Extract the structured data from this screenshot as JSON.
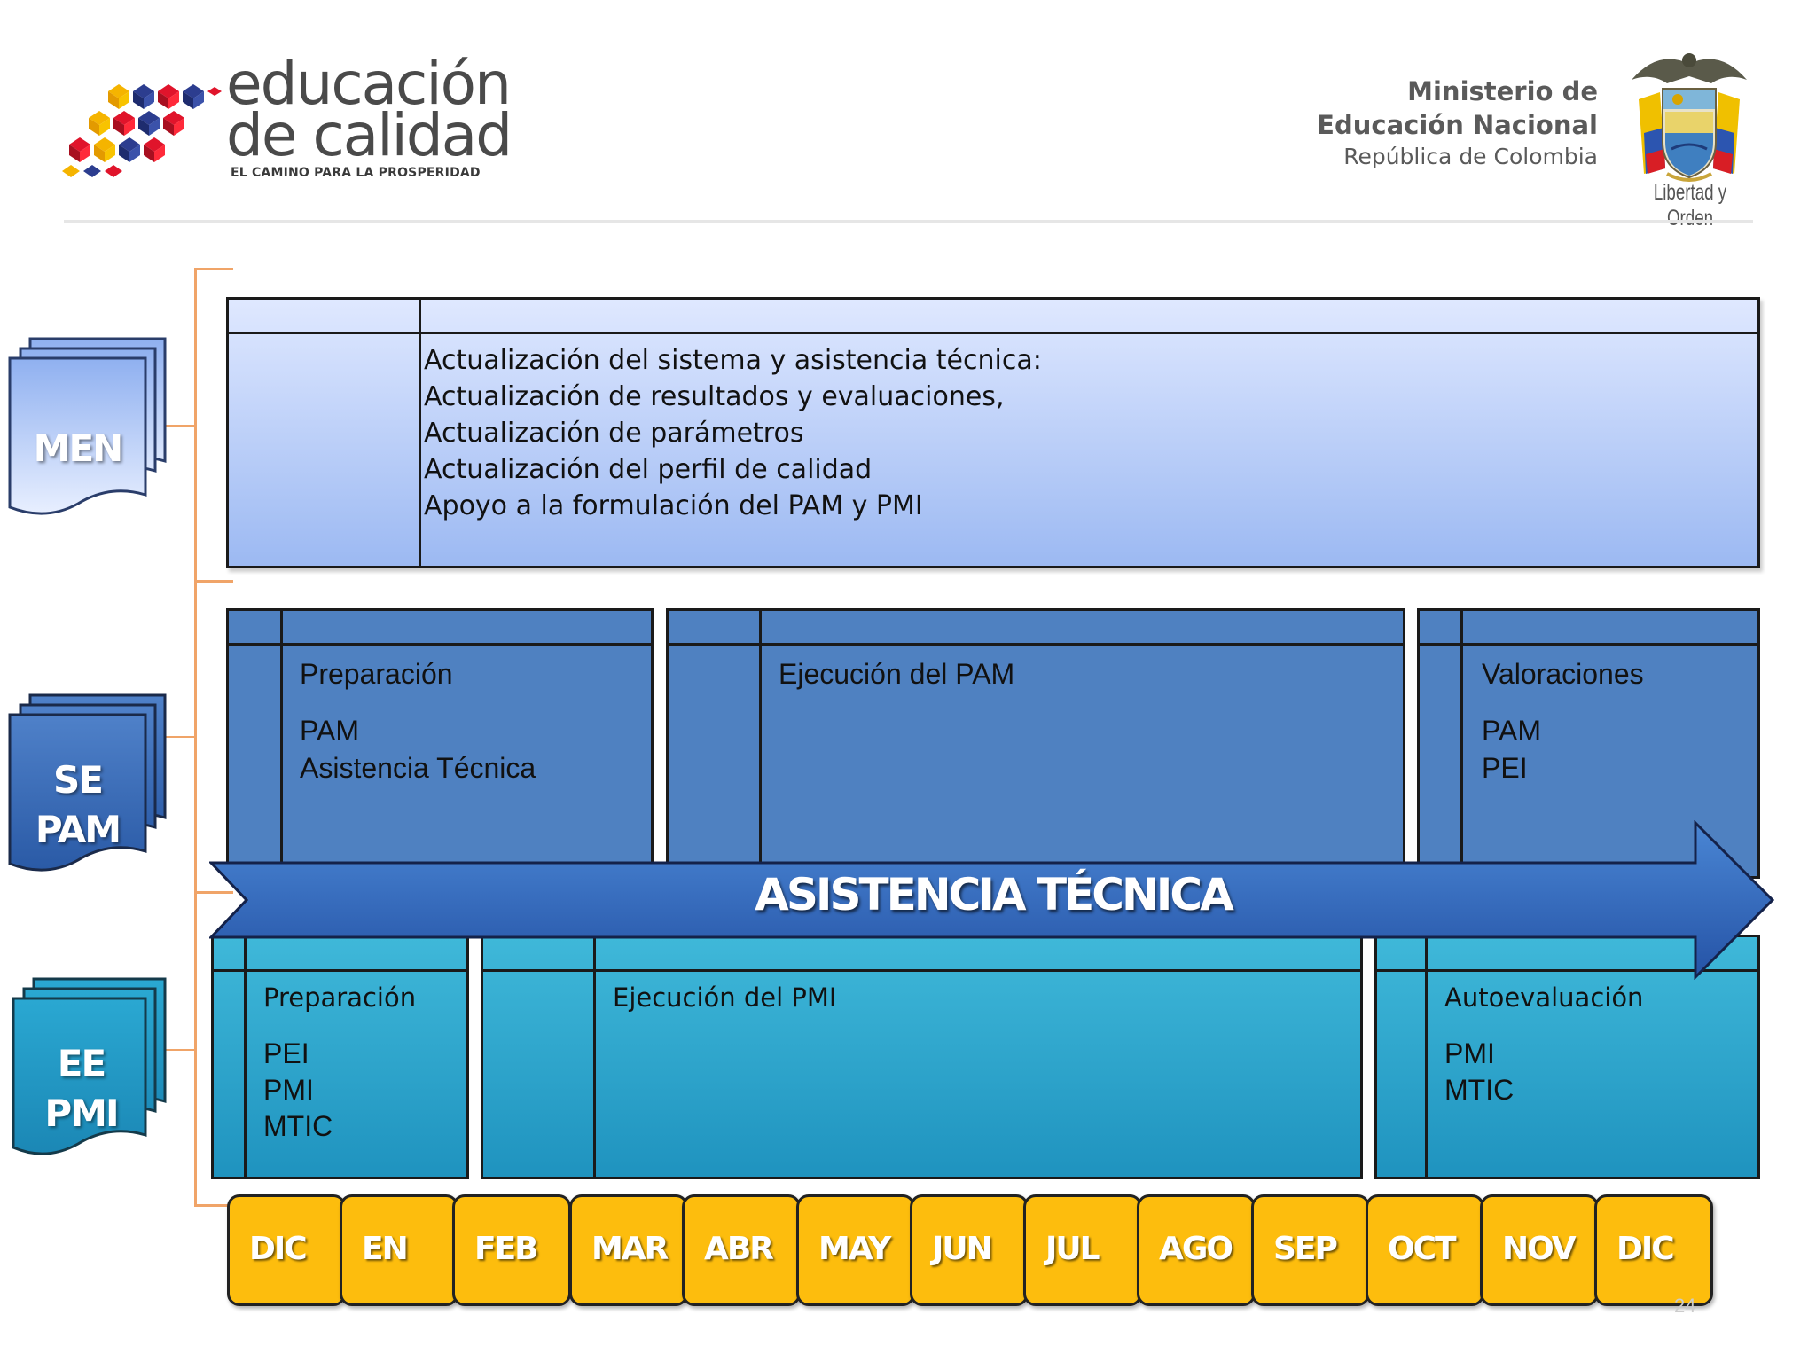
{
  "header": {
    "brand_line1": "educación",
    "brand_line2": "de calidad",
    "brand_tagline": "EL CAMINO PARA LA PROSPERIDAD",
    "ministry_line1": "Ministerio de",
    "ministry_line2": "Educación Nacional",
    "ministry_line3": "República de Colombia",
    "seal_motto": "Libertad y Orden"
  },
  "levels": {
    "men": [
      "MEN"
    ],
    "se": [
      "SE",
      "PAM"
    ],
    "ee": [
      "EE",
      "PMI"
    ]
  },
  "men_panel": {
    "lines": [
      "Actualización del sistema y asistencia técnica:",
      "Actualización de resultados y evaluaciones,",
      "Actualización de parámetros",
      "Actualización del perfil de calidad",
      "Apoyo a la formulación del PAM y PMI"
    ]
  },
  "pam_panels": [
    {
      "title": "Preparación",
      "items": [
        "PAM",
        "Asistencia Técnica"
      ]
    },
    {
      "title": "Ejecución del PAM",
      "items": []
    },
    {
      "title": "Valoraciones",
      "items": [
        "PAM",
        "PEI"
      ]
    }
  ],
  "pmi_panels": [
    {
      "title": "Preparación",
      "items": [
        "PEI",
        "PMI",
        "MTIC"
      ]
    },
    {
      "title": "Ejecución del PMI",
      "items": []
    },
    {
      "title": "Autoevaluación",
      "items": [
        "PMI",
        "MTIC"
      ]
    }
  ],
  "arrow_label": "ASISTENCIA TÉCNICA",
  "months": [
    "DIC",
    "EN",
    "FEB",
    "MAR",
    "ABR",
    "MAY",
    "JUN",
    "JUL",
    "AGO",
    "SEP",
    "OCT",
    "NOV",
    "DIC"
  ],
  "page_number": "24",
  "colors": {
    "men_panel": "#b7cbf7",
    "pam_panel": "#4f81c1",
    "pmi_panel": "#2aa6cf",
    "arrow": "#2f63b5",
    "month": "#fdbd0d",
    "bracket": "#f0a468"
  }
}
